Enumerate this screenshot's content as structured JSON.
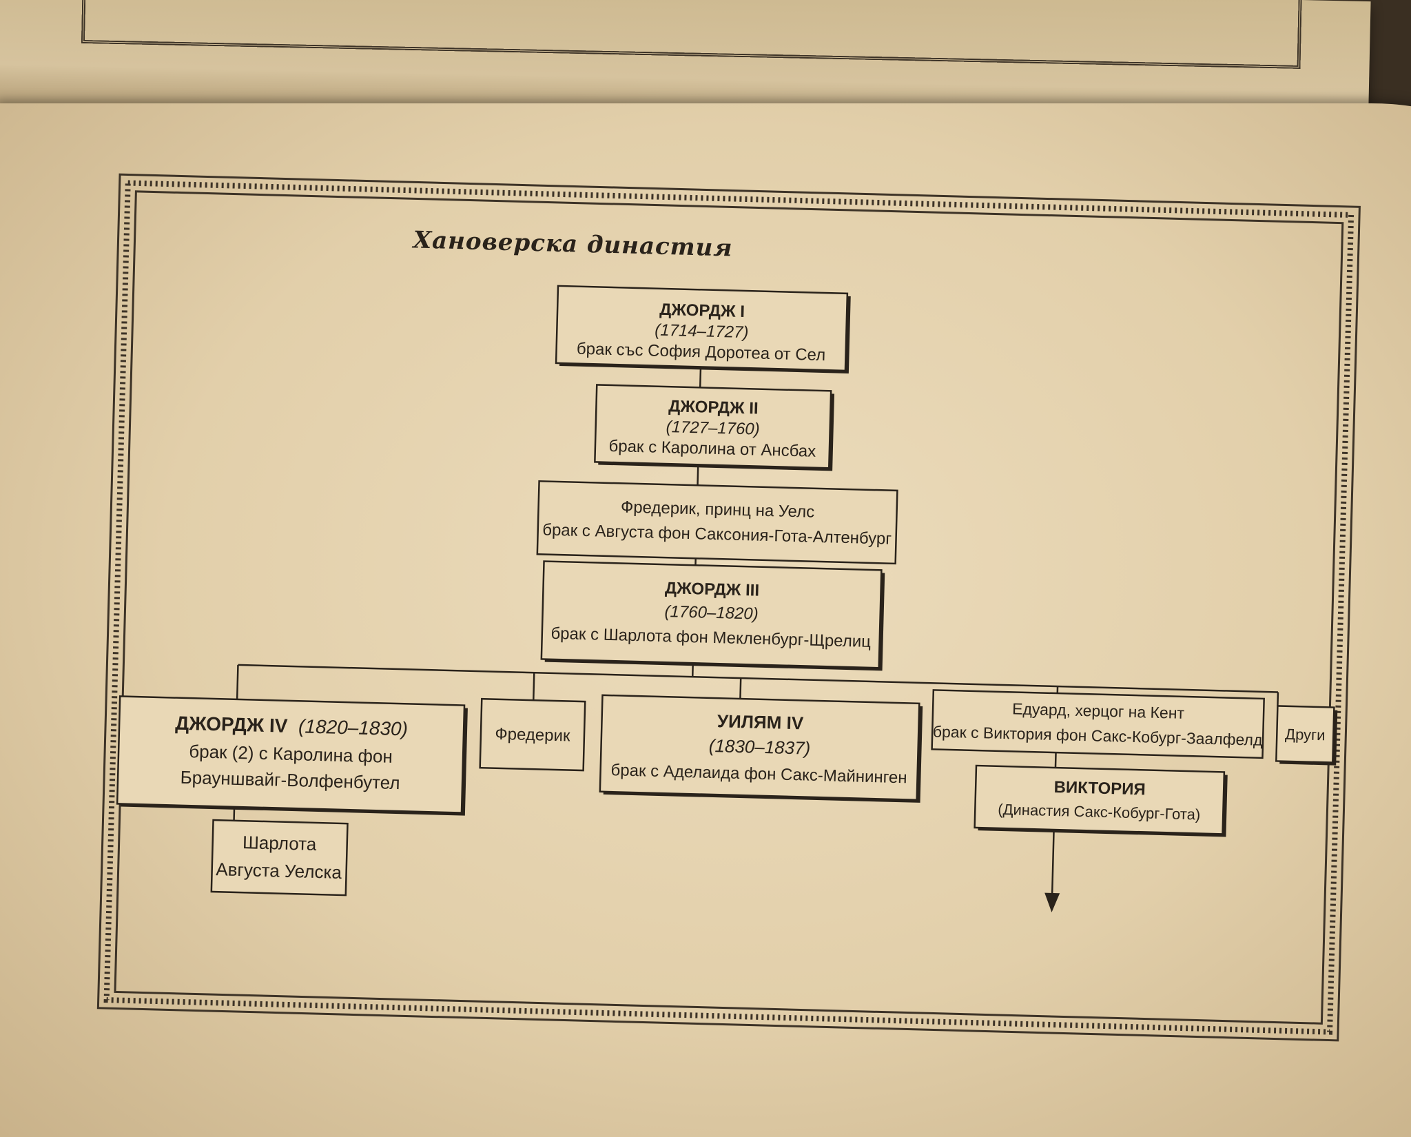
{
  "title": "Хановерска династия",
  "nodes": {
    "george1": {
      "name": "ДЖОРДЖ I",
      "years": "(1714–1727)",
      "marriage": "брак със София Доротеа от Сел"
    },
    "george2": {
      "name": "ДЖОРДЖ II",
      "years": "(1727–1760)",
      "marriage": "брак с Каролина от Ансбах"
    },
    "frederick_wales": {
      "name": "Фредерик, принц на Уелс",
      "marriage": "брак с Августа фон Саксония-Гота-Алтенбург"
    },
    "george3": {
      "name": "ДЖОРДЖ III",
      "years": "(1760–1820)",
      "marriage": "брак с Шарлота фон Мекленбург-Щрелиц"
    },
    "george4": {
      "name": "ДЖОРДЖ IV",
      "years": "(1820–1830)",
      "marriage_line1": "брак (2) с Каролина фон",
      "marriage_line2": "Брауншвайг-Волфенбутел"
    },
    "frederick": {
      "name": "Фредерик"
    },
    "william4": {
      "name": "УИЛЯМ IV",
      "years": "(1830–1837)",
      "marriage": "брак с Аделаида фон Сакс-Майнинген"
    },
    "edward": {
      "name": "Едуард, херцог на Кент",
      "marriage": "брак с Виктория фон Сакс-Кобург-Заалфелд"
    },
    "others": {
      "name": "Други"
    },
    "victoria": {
      "name": "ВИКТОРИЯ",
      "dynasty": "(Династия Сакс-Кобург-Гота)"
    },
    "charlotte": {
      "line1": "Шарлота",
      "line2": "Августа Уелска"
    }
  }
}
